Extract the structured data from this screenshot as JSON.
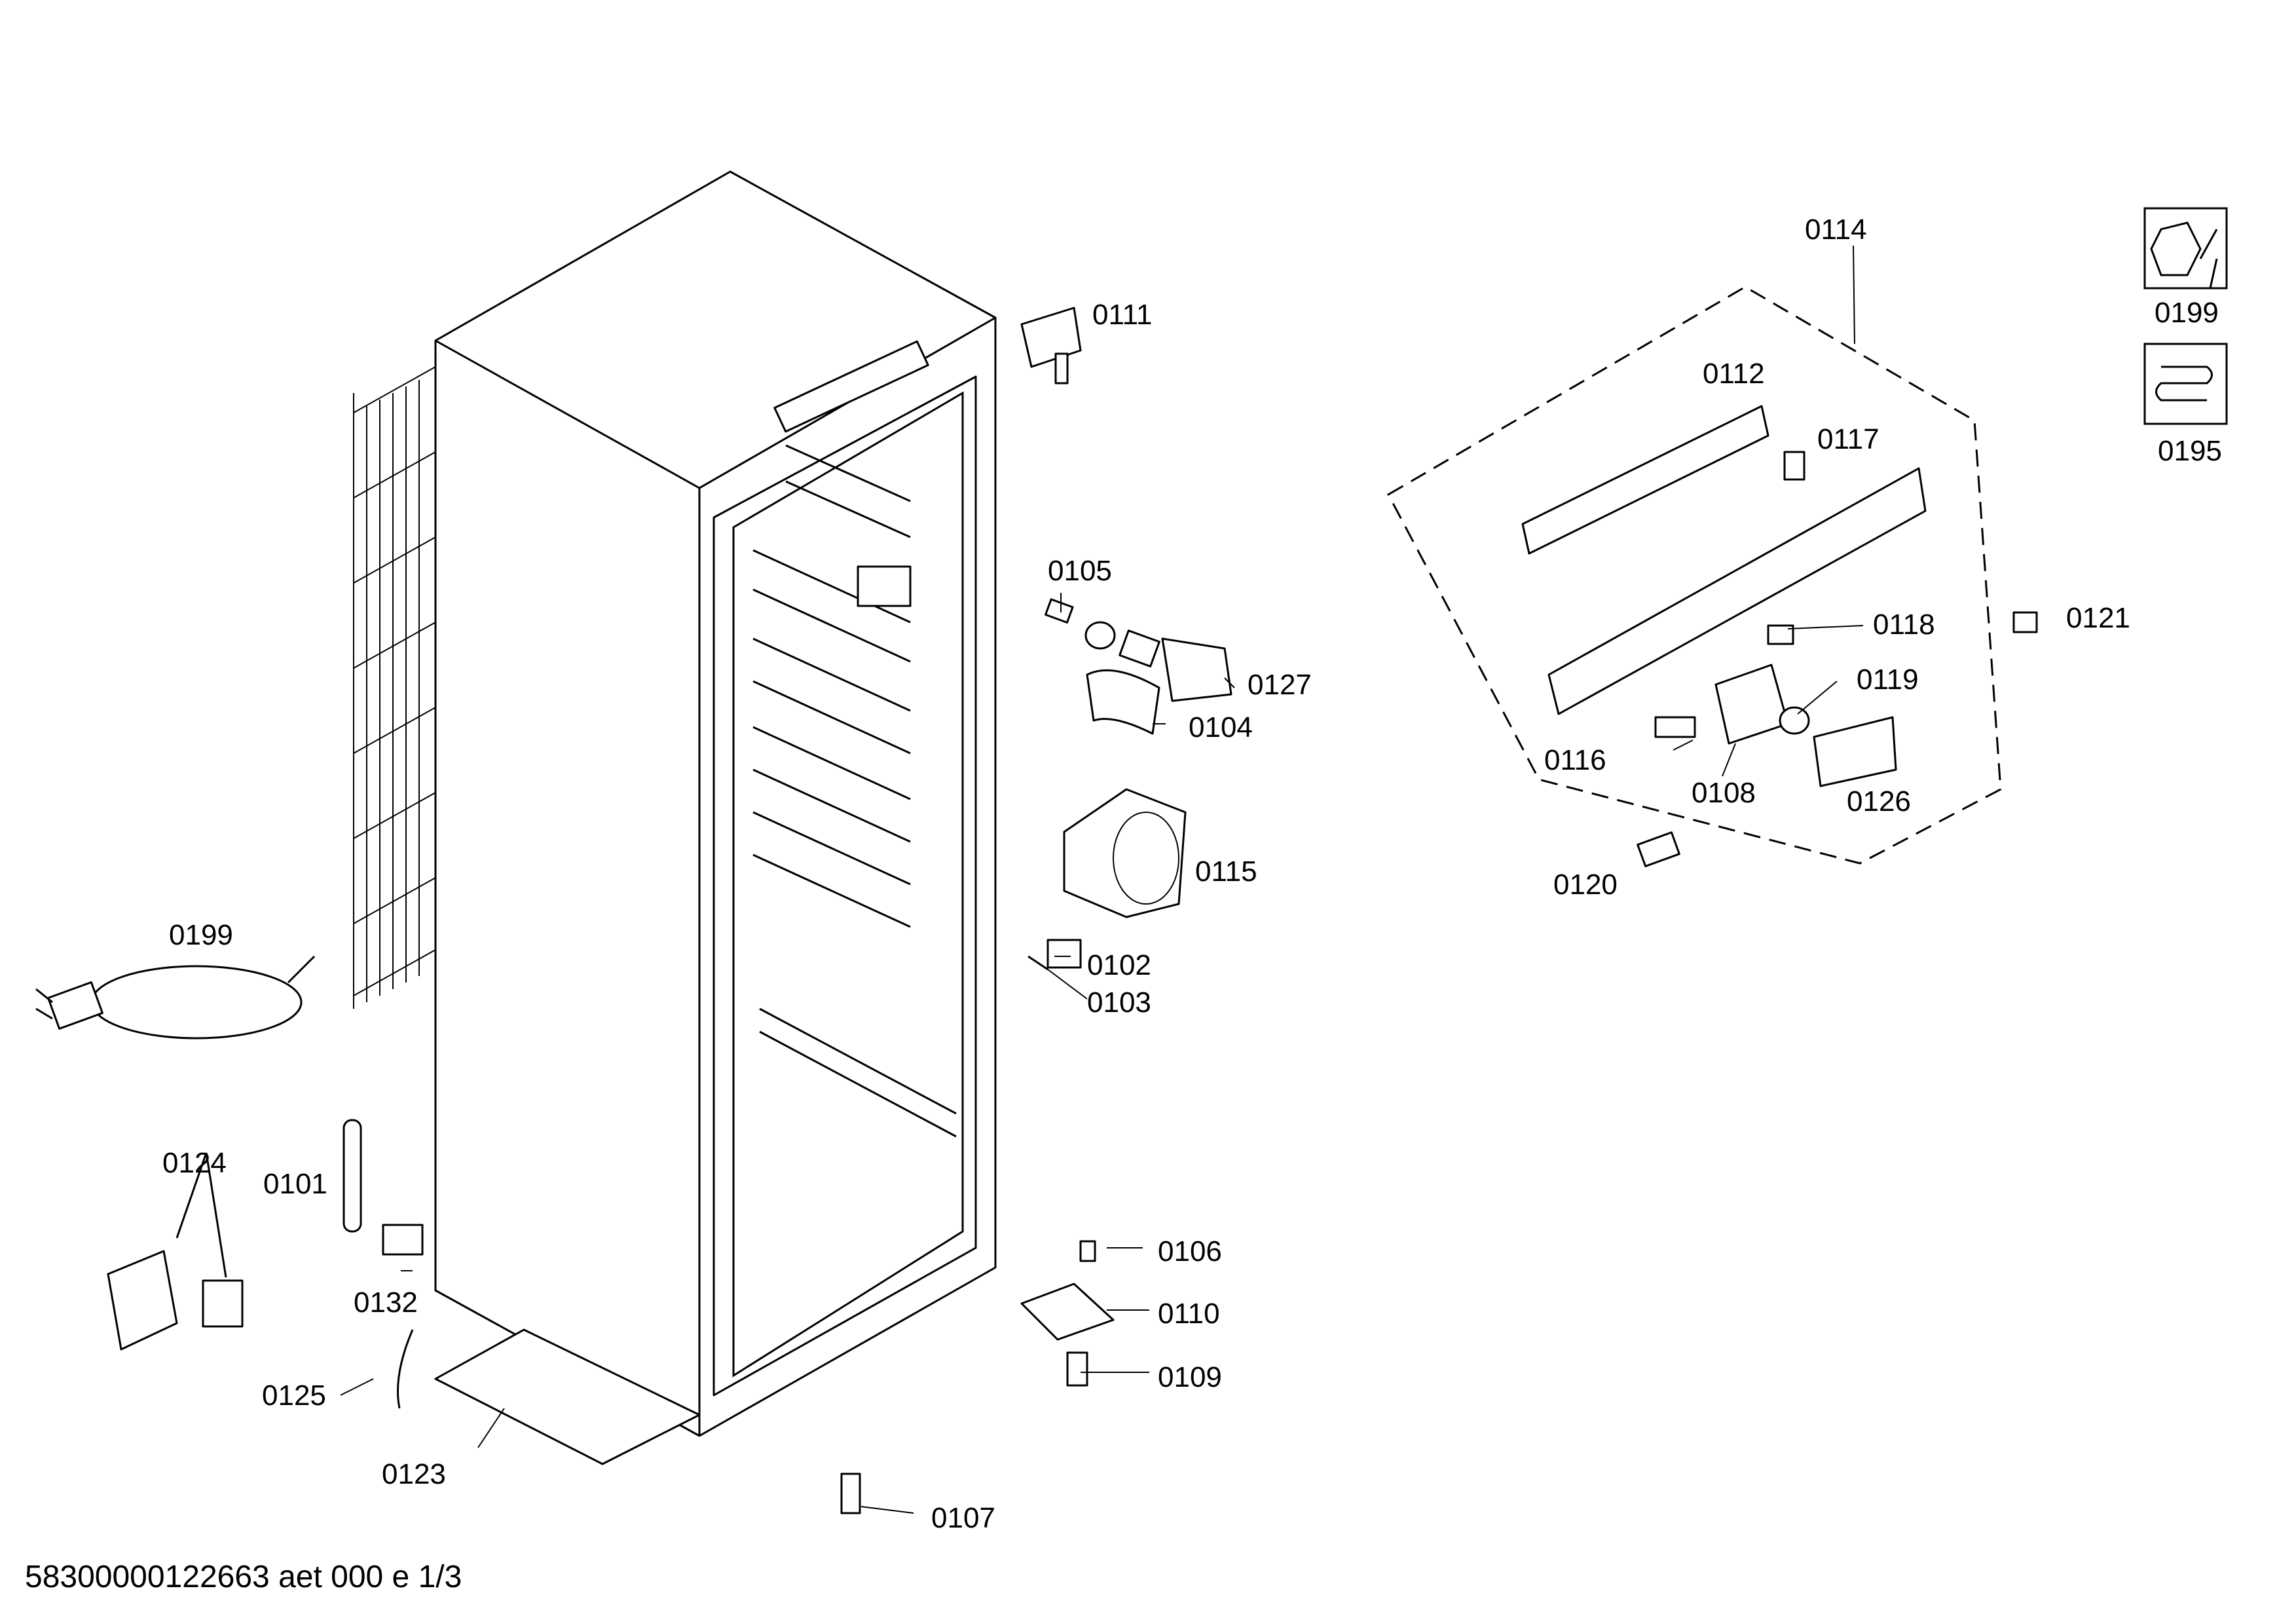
{
  "document": {
    "footer_code": "58300000122663 aet 000 e 1/3"
  },
  "icons": {
    "service_tools": {
      "icon": "nut-and-wrench-icon",
      "label": "0199"
    },
    "refrigerant_coil": {
      "icon": "coil-icon",
      "label": "0195"
    }
  },
  "parts": {
    "p0101": "0101",
    "p0102": "0102",
    "p0103": "0103",
    "p0104": "0104",
    "p0105": "0105",
    "p0106": "0106",
    "p0107": "0107",
    "p0108": "0108",
    "p0109": "0109",
    "p0110": "0110",
    "p0111": "0111",
    "p0112": "0112",
    "p0114": "0114",
    "p0115": "0115",
    "p0116": "0116",
    "p0117": "0117",
    "p0118": "0118",
    "p0119": "0119",
    "p0120": "0120",
    "p0121": "0121",
    "p0123": "0123",
    "p0124": "0124",
    "p0125": "0125",
    "p0126": "0126",
    "p0127": "0127",
    "p0132": "0132",
    "p0199": "0199"
  }
}
